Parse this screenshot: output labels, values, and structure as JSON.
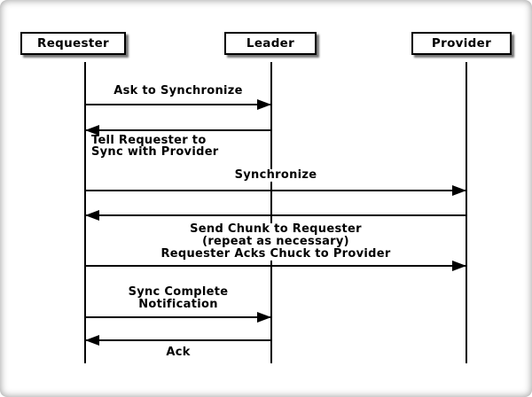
{
  "diagram_type": "sequence-diagram",
  "colors": {
    "line": "#000000",
    "text": "#000000",
    "box_fill": "#ffffff",
    "box_border": "#000000",
    "box_shadow": "rgba(0,0,0,0.55)",
    "background": "#ffffff",
    "frame_glow": "rgba(0,0,0,0.42)"
  },
  "actors": [
    {
      "label": "Requester"
    },
    {
      "label": "Leader"
    },
    {
      "label": "Provider"
    }
  ],
  "messages": [
    {
      "from": "Requester",
      "to": "Leader",
      "direction": "right",
      "label": "Ask to Synchronize"
    },
    {
      "from": "Leader",
      "to": "Requester",
      "direction": "left",
      "lines": [
        "Tell Requester to",
        "Sync with Provider"
      ]
    },
    {
      "from": "Requester",
      "to": "Provider",
      "direction": "right",
      "label": "Synchronize"
    },
    {
      "from": "Provider",
      "to": "Requester",
      "direction": "left",
      "lines": [
        "Send Chunk to Requester",
        "(repeat as necessary)",
        "Requester Acks Chuck to Provider"
      ]
    },
    {
      "from": "Requester",
      "to": "Provider",
      "direction": "right",
      "label": ""
    },
    {
      "from": "Requester",
      "to": "Leader",
      "direction": "right",
      "lines": [
        "Sync Complete",
        "Notification"
      ]
    },
    {
      "from": "Leader",
      "to": "Requester",
      "direction": "left",
      "label": "Ack"
    }
  ]
}
